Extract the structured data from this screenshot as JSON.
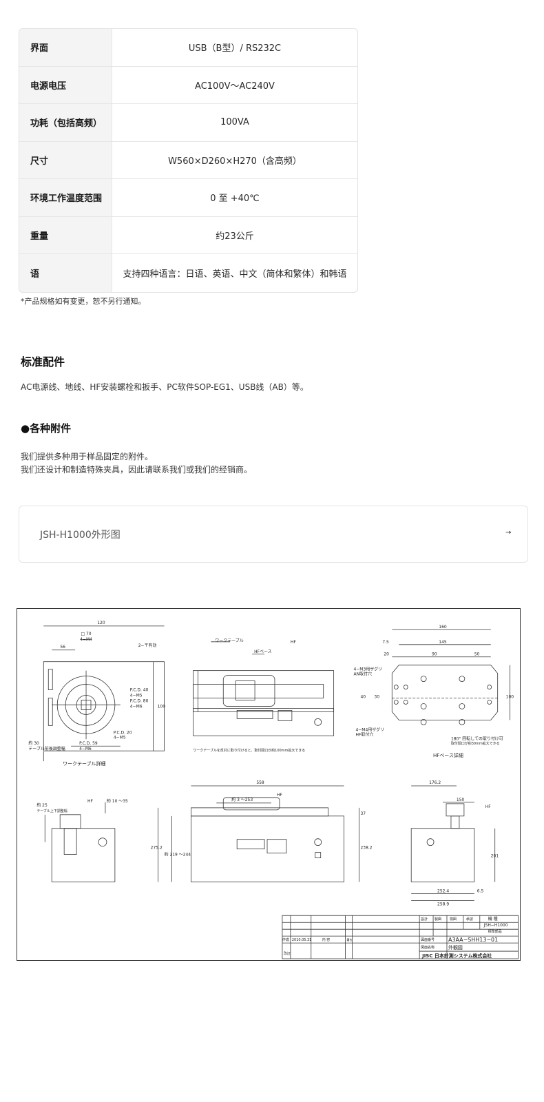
{
  "specs": [
    {
      "key": "界面",
      "value": "USB（B型）/ RS232C"
    },
    {
      "key": "电源电压",
      "value": "AC100V～AC240V"
    },
    {
      "key": "功耗（包括高频）",
      "value": "100VA"
    },
    {
      "key": "尺寸",
      "value": "W560×D260×H270（含高频）"
    },
    {
      "key": "环境工作温度范围",
      "value": "0 至 +40℃"
    },
    {
      "key": "重量",
      "value": "约23公斤"
    },
    {
      "key": "语",
      "value": "支持四种语言：日语、英语、中文（简体和繁体）和韩语"
    }
  ],
  "note": "*产品规格如有变更，恕不另行通知。",
  "standard": {
    "title": "标准配件",
    "text": "AC电源线、地线、HF安装螺栓和扳手、PC软件SOP-EG1、USB线（AB）等。"
  },
  "accessories": {
    "title": "●各种附件",
    "line1": "我们提供多种用于样品固定的附件。",
    "line2": "我们还设计和制造特殊夹具，因此请联系我们或我们的经销商。"
  },
  "link_card": {
    "label": "JSH-H1000外形图",
    "arrow": "→"
  },
  "drawing": {
    "dims": {
      "d120": "120",
      "d70": "□ 70",
      "d4m4": "4−M4",
      "d56": "56",
      "d2tap": "2−〒有効",
      "pcd40": "P.C.D. 40",
      "m5a": "4−M5",
      "d80": "P.C.D. 80",
      "m6a": "4−M6",
      "d100": "100",
      "pcd20": "P.C.D. 20",
      "m5b": "4−M5",
      "pcd59": "P.C.D. 59",
      "m6b": "4−M6",
      "d30": "約 30",
      "d30b": "テーブル前後調整幅",
      "d160": "160",
      "d145": "145",
      "d75": "7.5",
      "d20": "20",
      "d90": "90",
      "d50": "50",
      "d40": "40",
      "d30c": "30",
      "d100b": "100",
      "d558": "558",
      "d253": "約 3 ～253",
      "d37": "37",
      "d2752": "275.2",
      "d219": "約 219 ～244",
      "d2382": "238.2",
      "d1762": "176.2",
      "d150": "150",
      "d201": "201",
      "d2524": "252.4",
      "d65": "6.5",
      "d2589": "258.9",
      "d25": "約 25",
      "d25b": "テーブル上下調整幅",
      "d35": "約 10 ～35"
    },
    "labels": {
      "worktable": "ワークテーブル",
      "hfbase": "HFベース",
      "hf": "HF",
      "m3": "4−M3用ザグリ",
      "an": "AN取付穴",
      "m4": "4−M4用ザグリ",
      "hfhole": "HF取付穴",
      "rot": "180° 回転しての取り付け可",
      "rot2": "取付間口が約30mm拡大できる",
      "wtnote": "ワークテーブルを反対に取り付けると、取付間口が約100mm拡大できる",
      "wtdetail": "ワークテーブル詳細",
      "hfdetail": "HFベース詳細"
    },
    "title_block": {
      "h1": "設計",
      "h2": "製図",
      "h3": "検図",
      "h4": "承認",
      "model_h": "機 種",
      "model": "JSH−H1000",
      "std": "標準部品",
      "made": "作成",
      "date": "2010.05.31",
      "content": "内 容",
      "sign": "署名",
      "drawno_h": "図面番号",
      "drawno": "A3AA−SHH13−01",
      "name_h": "図面名称",
      "name": "外観図",
      "rev": "改訂",
      "company": "JISC 日本計測システム株式会社"
    }
  }
}
